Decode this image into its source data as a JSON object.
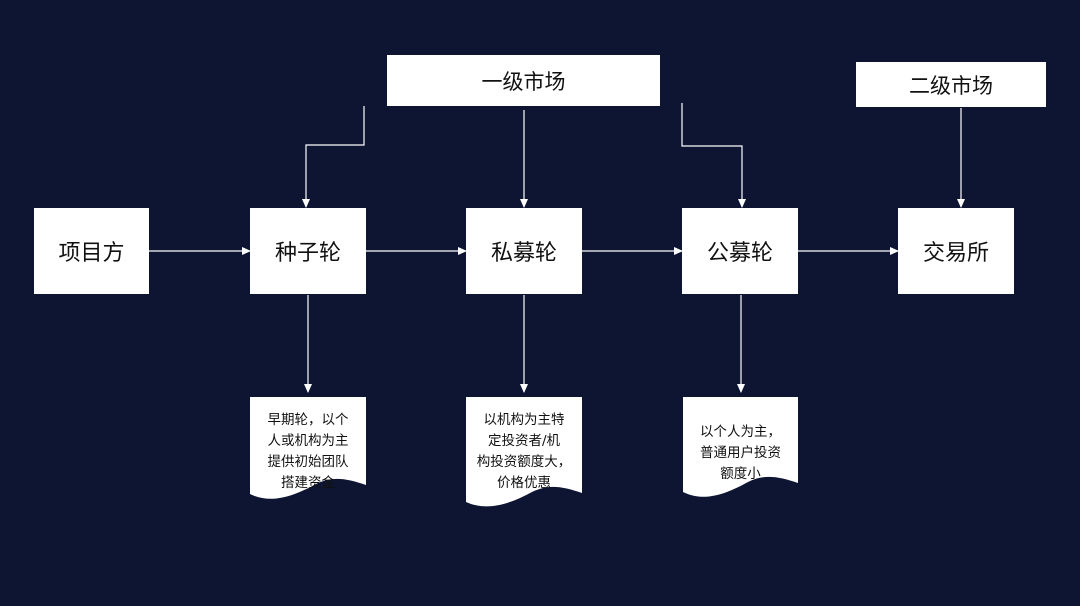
{
  "markets": {
    "primary": "一级市场",
    "secondary": "二级市场"
  },
  "stages": {
    "project": "项目方",
    "seed": "种子轮",
    "private": "私募轮",
    "public": "公募轮",
    "exchange": "交易所"
  },
  "notes": {
    "seed": "早期轮，以个\n人或机构为主\n提供初始团队\n搭建资金",
    "private": "以机构为主特\n定投资者/机\n构投资额度大，\n价格优惠",
    "public": "以个人为主，\n普通用户投资\n额度小"
  },
  "colors": {
    "background": "#0d1533",
    "box": "#ffffff",
    "line": "#ffffff"
  }
}
